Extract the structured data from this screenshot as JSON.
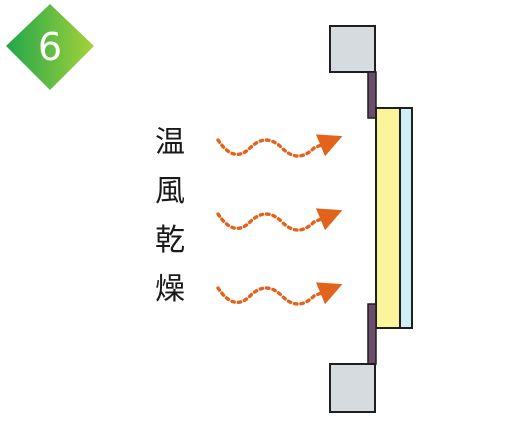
{
  "step_number": "6",
  "label_chars": [
    "温",
    "風",
    "乾",
    "燥"
  ],
  "colors": {
    "badge_light": "#a6d23a",
    "badge_dark": "#1fa64a",
    "arrow": "#e2631b",
    "frame_fill": "#d6dbe0",
    "frame_stroke": "#1f1f1f",
    "gasket": "#6b4d6b",
    "coating": "#fbf49a",
    "glass": "#cfeef5"
  }
}
